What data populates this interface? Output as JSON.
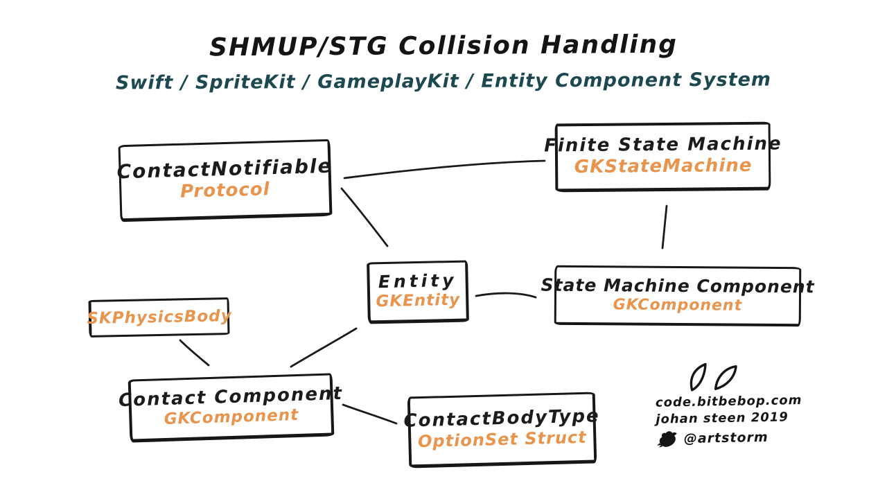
{
  "title": "SHMUP/STG Collision Handling",
  "subtitle": "Swift / SpriteKit / GameplayKit / Entity Component System",
  "colors": {
    "ink": "#1b1b1b",
    "accent_orange": "#e8944c",
    "accent_teal": "#1c4850",
    "background": "#ffffff"
  },
  "boxes": [
    {
      "name": "ContactNotifiable",
      "type": "Protocol"
    },
    {
      "name": "Finite State Machine",
      "type": "GKStateMachine"
    },
    {
      "name": "Entity",
      "type": "GKEntity"
    },
    {
      "name": "State Machine Component",
      "type": "GKComponent"
    },
    {
      "name": "SKPhysicsBody",
      "type": ""
    },
    {
      "name": "Contact Component",
      "type": "GKComponent"
    },
    {
      "name": "ContactBodyType",
      "type": "OptionSet Struct"
    }
  ],
  "connections": [
    {
      "from": "ContactNotifiable",
      "to": "Finite State Machine"
    },
    {
      "from": "ContactNotifiable",
      "to": "Entity"
    },
    {
      "from": "Finite State Machine",
      "to": "State Machine Component"
    },
    {
      "from": "Entity",
      "to": "State Machine Component"
    },
    {
      "from": "Entity",
      "to": "Contact Component"
    },
    {
      "from": "SKPhysicsBody",
      "to": "Contact Component"
    },
    {
      "from": "Contact Component",
      "to": "ContactBodyType"
    }
  ],
  "signature": {
    "site": "code.bitbebop.com",
    "author": "johan steen 2019",
    "handle": "@artstorm",
    "icons": [
      "bitbebop-logo-icon",
      "twitter-bird-icon"
    ]
  }
}
